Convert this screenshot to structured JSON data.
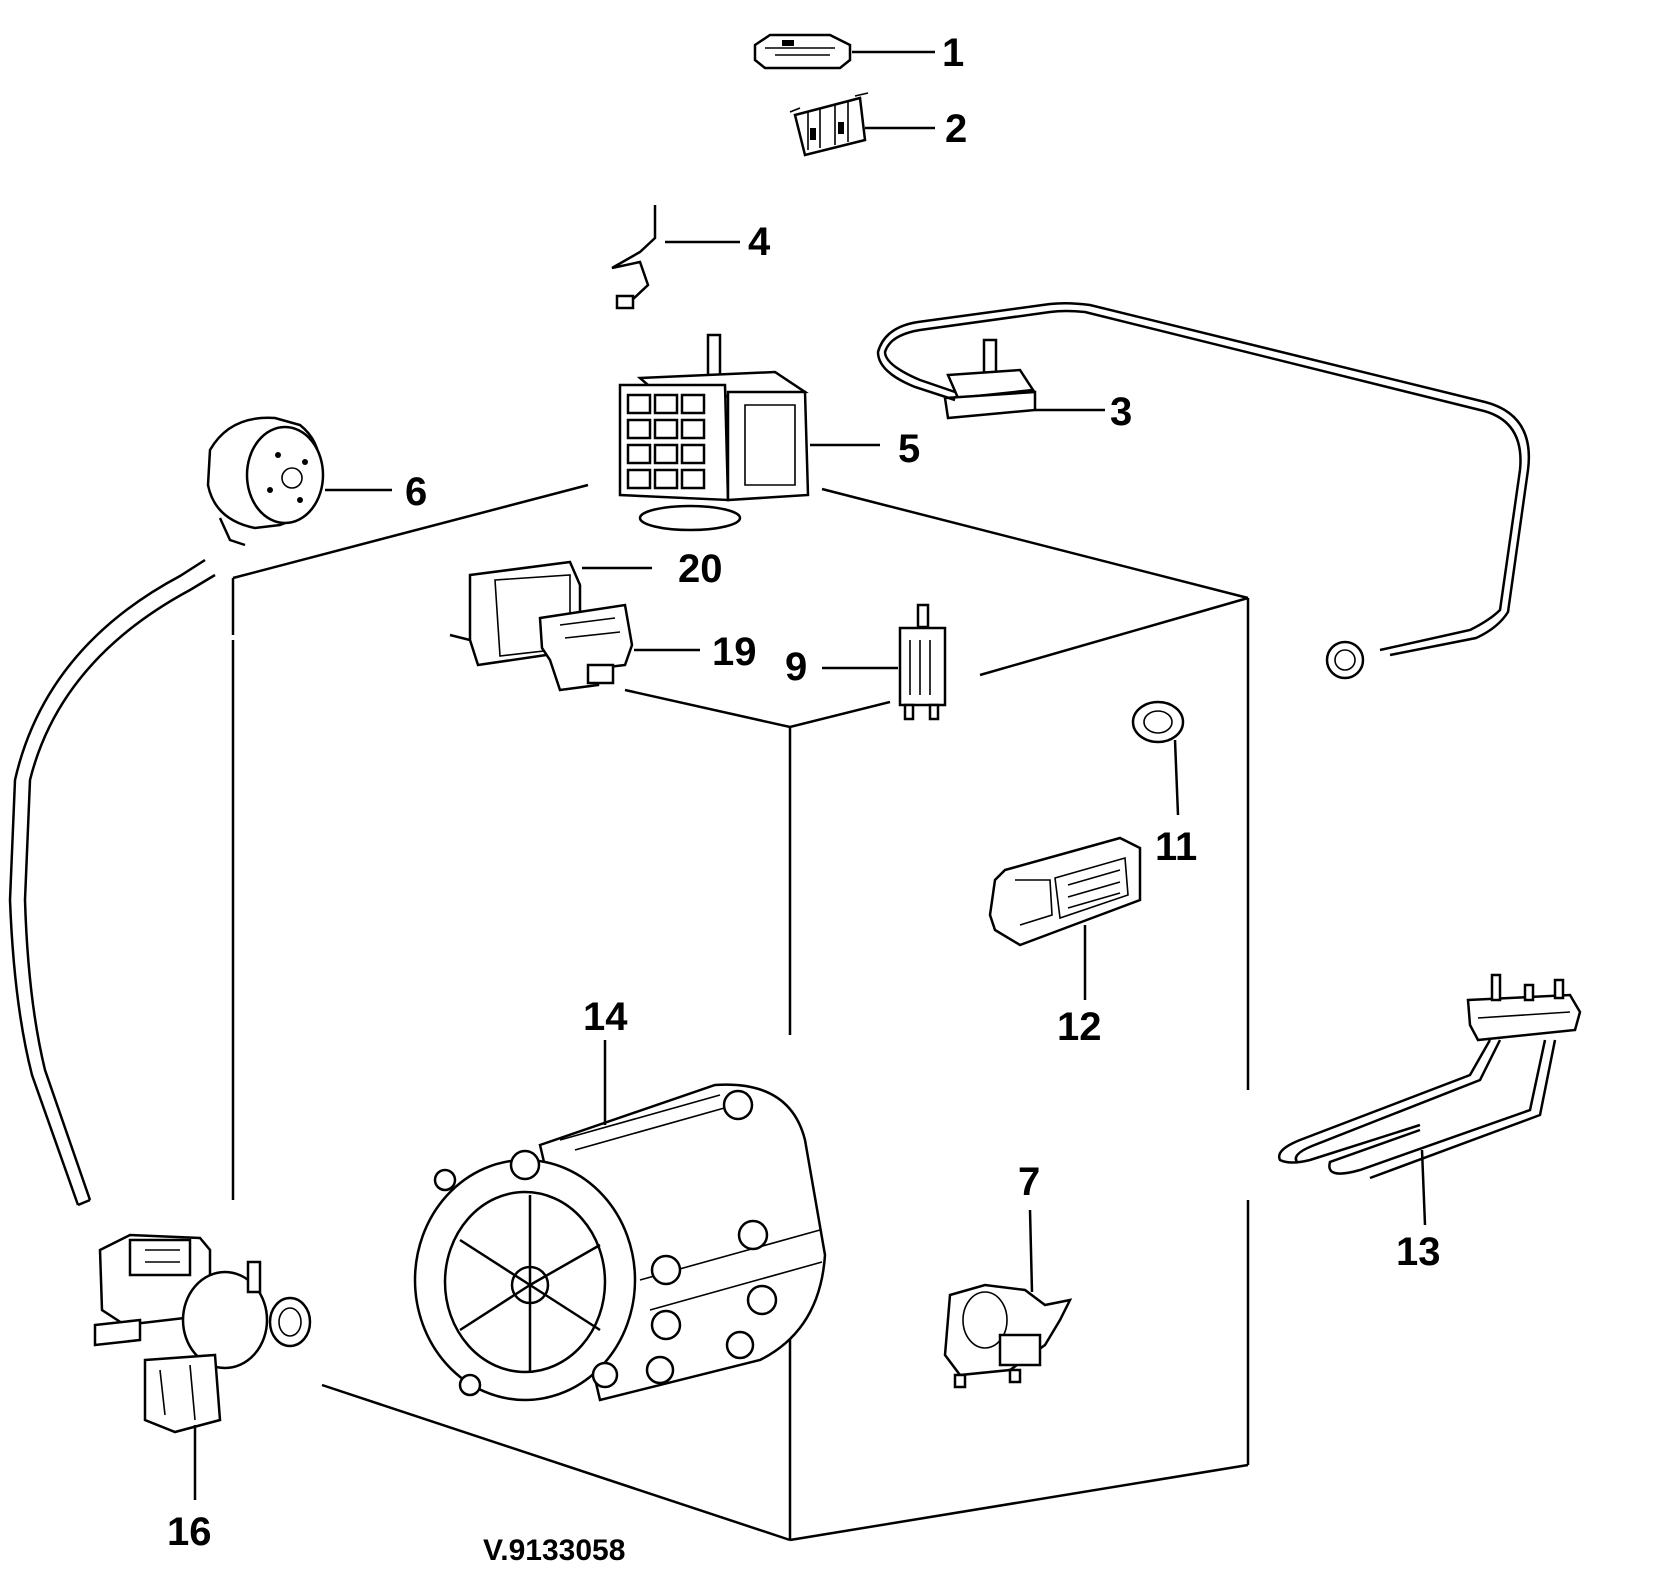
{
  "diagram": {
    "drawing_code": "V.9133058",
    "callouts": {
      "p1": "1",
      "p2": "2",
      "p3": "3",
      "p4": "4",
      "p5": "5",
      "p6": "6",
      "p7": "7",
      "p9": "9",
      "p11": "11",
      "p12": "12",
      "p13": "13",
      "p14": "14",
      "p16": "16",
      "p19": "19",
      "p20": "20"
    }
  }
}
